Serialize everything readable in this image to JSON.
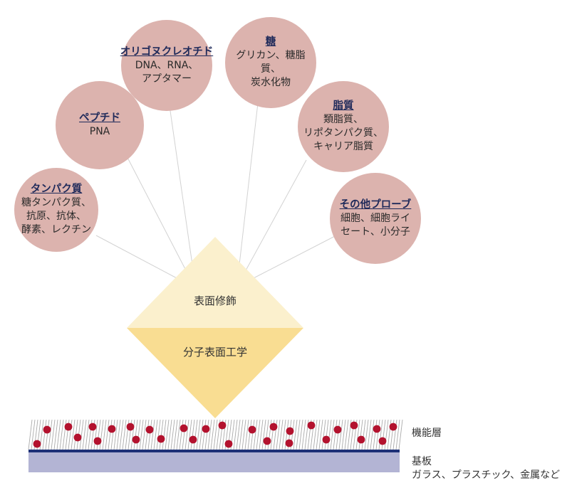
{
  "bubbles": {
    "protein": {
      "title": "タンパク質",
      "body": "糖タンパク質、\n抗原、抗体、\n酵素、レクチン"
    },
    "peptide": {
      "title": "ペプチド",
      "body": "PNA"
    },
    "oligo": {
      "title": "オリゴヌクレオチド",
      "body": "DNA、RNA、\nアプタマー"
    },
    "sugar": {
      "title": "糖",
      "body": "グリカン、糖脂質、\n炭水化物"
    },
    "lipid": {
      "title": "脂質",
      "body": "類脂質、\nリポタンパク質、\nキャリア脂質"
    },
    "other": {
      "title": "その他プローブ",
      "body": "細胞、細胞ライ\nセート、小分子"
    }
  },
  "diamond": {
    "top_label": "表面修飾",
    "bottom_label": "分子表面工学",
    "top_color": "#fbf0cd",
    "bottom_color": "#f9dd92"
  },
  "layers": {
    "functional_label": "機能層",
    "substrate_label": "基板",
    "substrate_sub": "ガラス、プラスチック、金属など",
    "dot_color": "#b3122e",
    "line_color": "#1d3077",
    "substrate_color": "#b3b4d4"
  },
  "colors": {
    "bubble": "#dcb3ae",
    "title_text": "#1f2a5a"
  }
}
